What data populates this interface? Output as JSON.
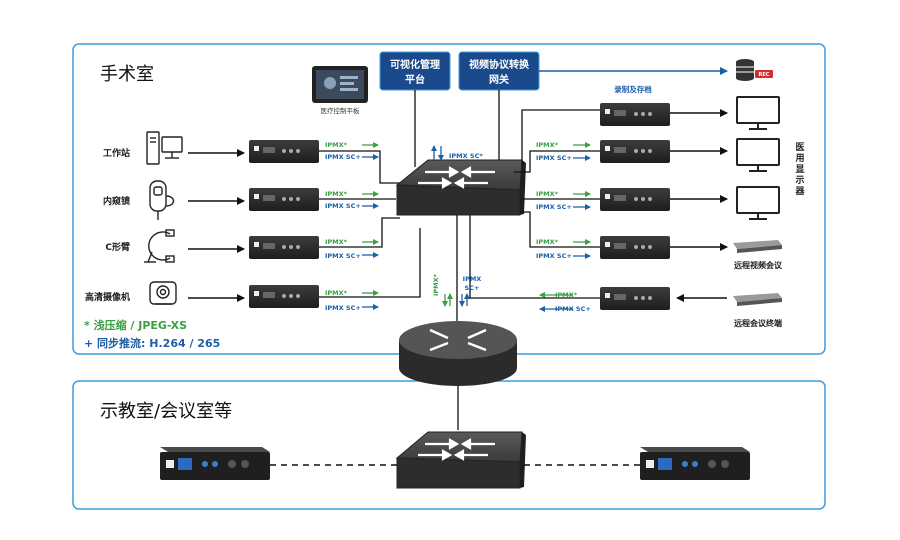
{
  "zones": {
    "or": "手术室",
    "classroom": "示教室/会议室等"
  },
  "headers": {
    "platform": [
      "可视化管理",
      "平台"
    ],
    "gateway": [
      "视频协议转换",
      "网关"
    ]
  },
  "tablet_label": "医疗控制平板",
  "rec_badge": "REC",
  "sources": [
    "工作站",
    "内窥镜",
    "C形臂",
    "高清摄像机"
  ],
  "right": {
    "record": "录制及存档",
    "display": "医用显示器",
    "video_conf": "远程视频会议",
    "conf_terminal": "远程会议终端"
  },
  "protocol": {
    "ipmx": "IPMX*",
    "ipmx_sc": "IPMX SC+",
    "ipmx_sc_spaced": "IPMX SC*",
    "ipmx_v": "IPMX*",
    "ipmx_sc_v": [
      "IPMX",
      "SC+"
    ]
  },
  "legend": {
    "shallow": "* 浅压缩 / JPEG-XS",
    "sync": "+ 同步推流: H.264 / 265"
  },
  "colors": {
    "zone_border": "#3d9be0",
    "header_bg": "#1a4a8c",
    "green": "#3aa043",
    "blue": "#1d5fa8",
    "device": "#2a2a2a"
  }
}
